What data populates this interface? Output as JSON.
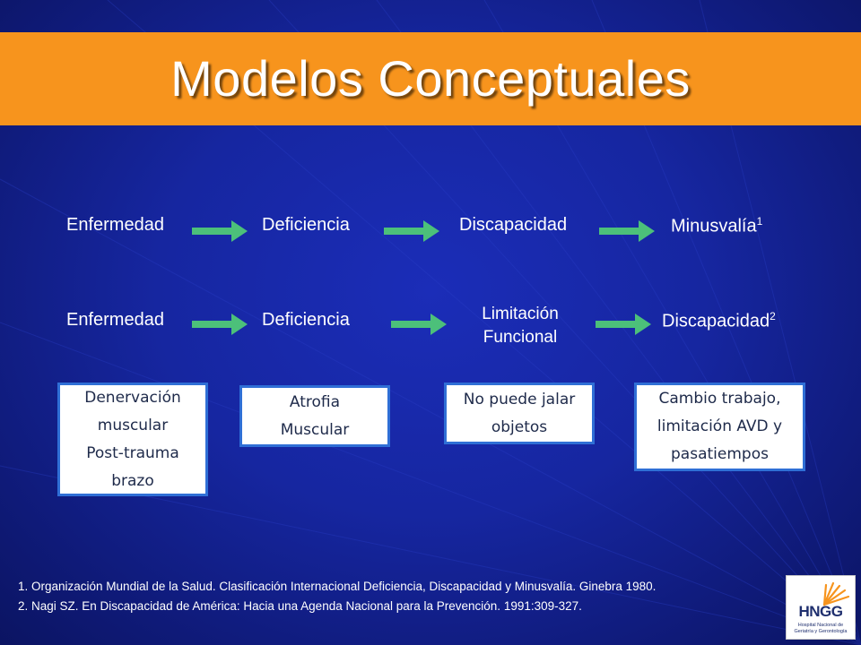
{
  "slide": {
    "title": "Modelos Conceptuales"
  },
  "colors": {
    "title_band": "#f7941d",
    "background": "#1626a0",
    "arrow": "#4cc07a",
    "box_border": "#2f6fd6"
  },
  "model_1": {
    "step_1": "Enfermedad",
    "step_2": "Deficiencia",
    "step_3": "Discapacidad",
    "step_4": "Minusvalía",
    "step_4_ref": "1"
  },
  "model_2": {
    "step_1": "Enfermedad",
    "step_2": "Deficiencia",
    "step_3_line_1": "Limitación",
    "step_3_line_2": "Funcional",
    "step_4": "Discapacidad",
    "step_4_ref": "2"
  },
  "examples": {
    "box_1": [
      "Denervación",
      "muscular",
      "Post-trauma",
      "brazo"
    ],
    "box_2": [
      "Atrofia",
      "Muscular"
    ],
    "box_3": [
      "No puede jalar",
      "objetos"
    ],
    "box_4": [
      "Cambio trabajo,",
      "limitación AVD y",
      "pasatiempos"
    ]
  },
  "references": [
    "1. Organización Mundial de la Salud. Clasificación Internacional Deficiencia, Discapacidad y Minusvalía. Ginebra 1980.",
    "2. Nagi SZ. En Discapacidad de América: Hacia una Agenda Nacional para la Prevención. 1991:309-327."
  ],
  "logo": {
    "name": "HNGG",
    "subtitle_line_1": "Hospital Nacional de",
    "subtitle_line_2": "Geriatría y Gerontología"
  }
}
